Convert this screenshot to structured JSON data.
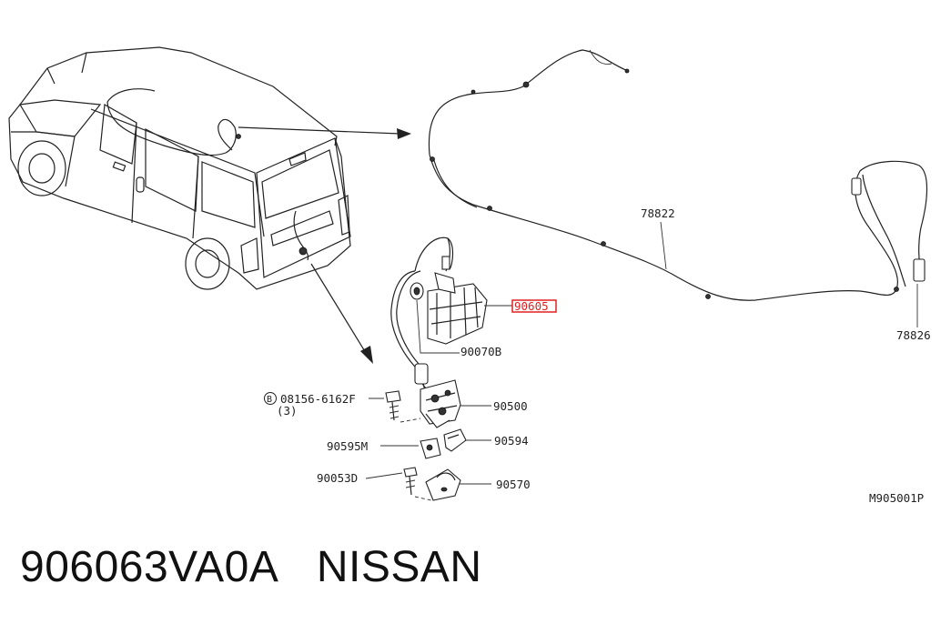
{
  "caption": {
    "part_number": "906063VA0A",
    "brand": "NISSAN"
  },
  "callouts": {
    "cable_main": "78822",
    "cable_end": "78826",
    "highlighted_part": "90605",
    "handle_part": "90070B",
    "bolt_ref": "08156-6162F",
    "bolt_qty": "(3)",
    "bolt_prefix": "B",
    "lock_assembly": "90500",
    "bracket_right": "90594",
    "bracket_left": "90595M",
    "screw": "90053D",
    "striker": "90570"
  },
  "diagram_code": "M905001P",
  "colors": {
    "highlight": "#e02020",
    "ink": "#222222"
  }
}
